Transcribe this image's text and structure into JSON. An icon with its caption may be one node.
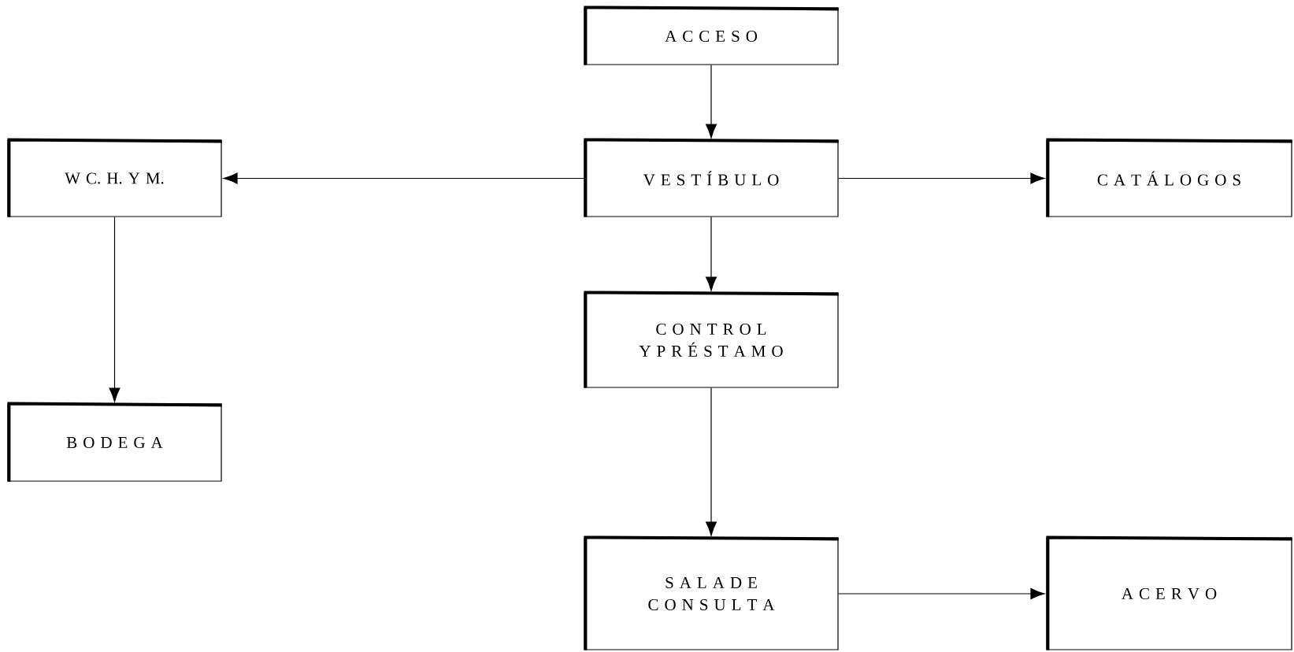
{
  "diagram": {
    "nodes": [
      {
        "text": [
          "A C C E S O"
        ]
      },
      {
        "text": [
          "W C. H. Y M."
        ]
      },
      {
        "text": [
          "V E S T Í B U L O"
        ]
      },
      {
        "text": [
          "C A T Á L O G O S"
        ]
      },
      {
        "text": [
          "C O N T R O L",
          "Y P R É S T A M O"
        ]
      },
      {
        "text": [
          "B O D E G A"
        ]
      },
      {
        "text": [
          "S A L A D E",
          "C O N S U L T A"
        ]
      },
      {
        "text": [
          "A C E R V O"
        ]
      }
    ],
    "edges": [
      {
        "from": 0,
        "to": 2,
        "arrow": "to"
      },
      {
        "from": 2,
        "to": 1,
        "arrow": "to"
      },
      {
        "from": 2,
        "to": 3,
        "arrow": "to"
      },
      {
        "from": 2,
        "to": 4,
        "arrow": "to"
      },
      {
        "from": 1,
        "to": 5,
        "arrow": "to"
      },
      {
        "from": 4,
        "to": 6,
        "arrow": "to"
      },
      {
        "from": 6,
        "to": 7,
        "arrow": "to"
      }
    ]
  }
}
